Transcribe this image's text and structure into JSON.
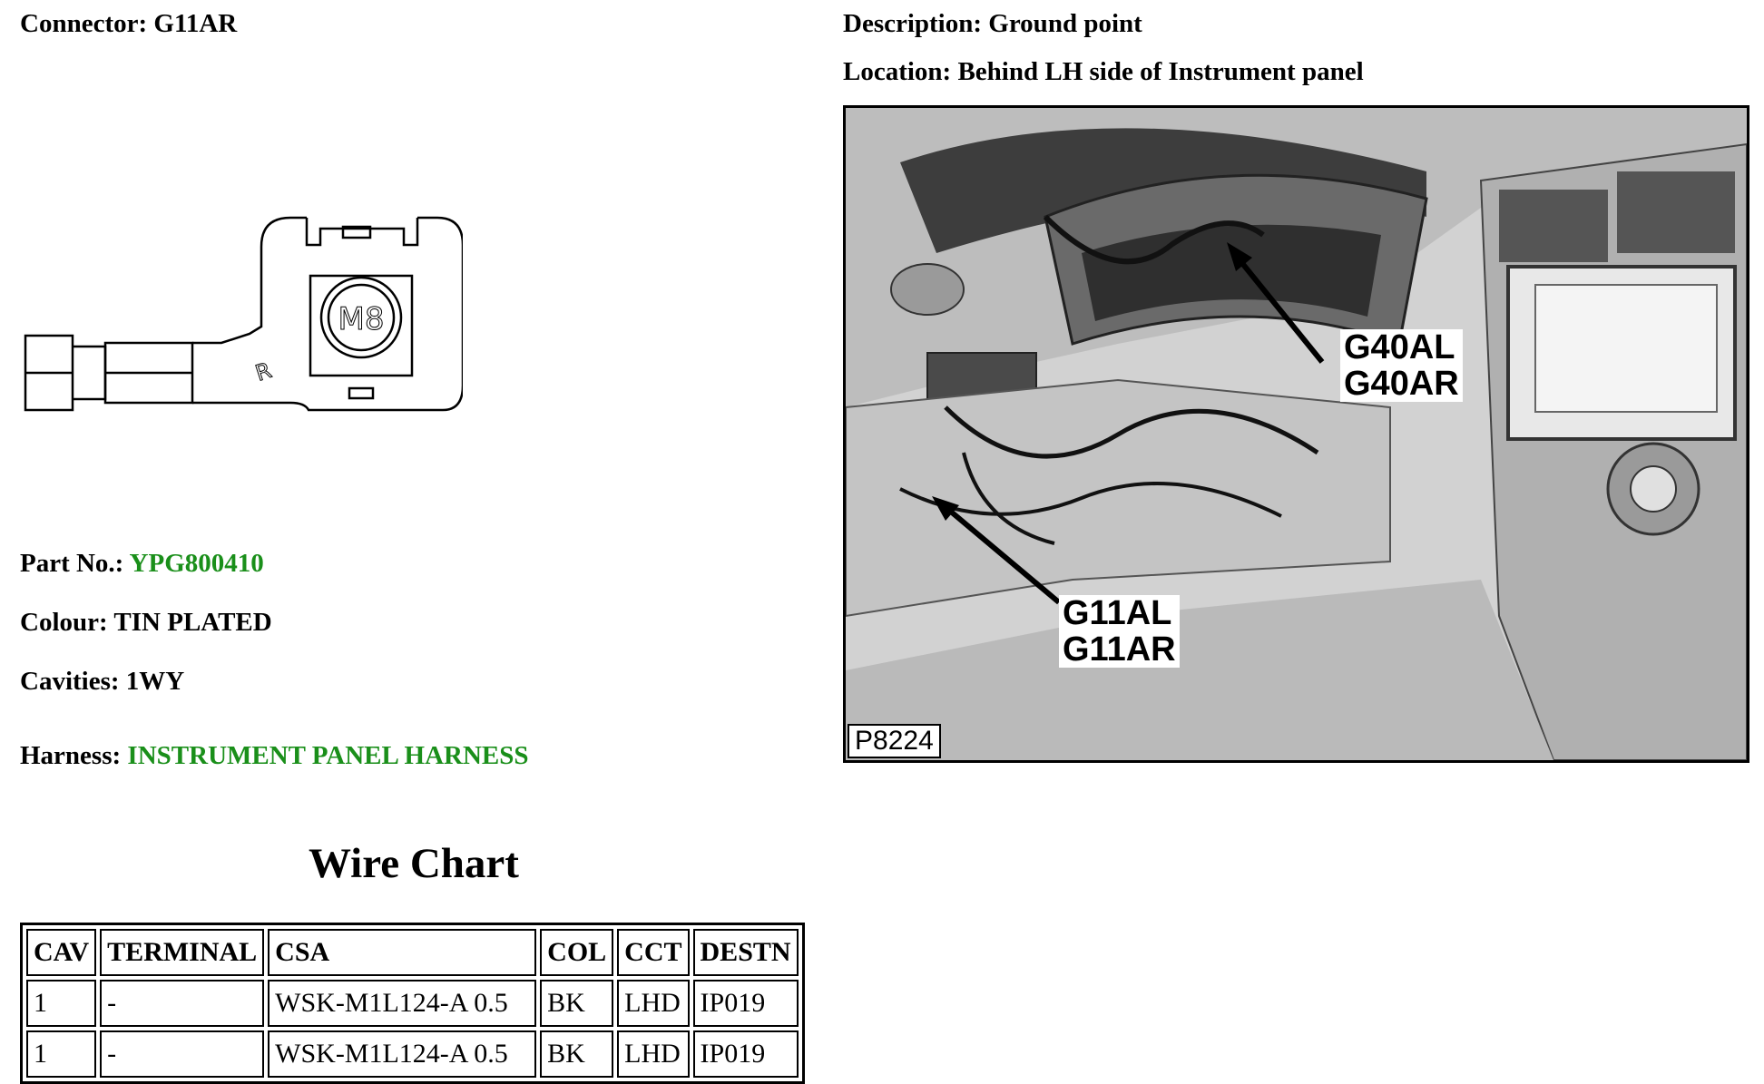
{
  "connector": {
    "label": "Connector:",
    "value": "G11AR"
  },
  "description": {
    "label": "Description:",
    "value": "Ground point"
  },
  "location": {
    "label": "Location:",
    "value": "Behind LH side of Instrument panel"
  },
  "part": {
    "label": "Part No.:",
    "value": "YPG800410"
  },
  "colour": {
    "label": "Colour:",
    "value": "TIN PLATED"
  },
  "cavities": {
    "label": "Cavities:",
    "value": "1WY"
  },
  "harness": {
    "label": "Harness:",
    "value": "INSTRUMENT PANEL HARNESS"
  },
  "drawing": {
    "bolt_label": "M8",
    "mark": "R"
  },
  "photo": {
    "callout_upper": [
      "G40AL",
      "G40AR"
    ],
    "callout_lower": [
      "G11AL",
      "G11AR"
    ],
    "ref": "P8224"
  },
  "wire_chart": {
    "title": "Wire Chart",
    "headers": [
      "CAV",
      "TERMINAL",
      "CSA",
      "COL",
      "CCT",
      "DESTN"
    ],
    "rows": [
      [
        "1",
        "-",
        "WSK-M1L124-A 0.5",
        "BK",
        "LHD",
        "IP019"
      ],
      [
        "1",
        "-",
        "WSK-M1L124-A 0.5",
        "BK",
        "LHD",
        "IP019"
      ]
    ]
  },
  "colors": {
    "link_green": "#1a8f1a"
  }
}
